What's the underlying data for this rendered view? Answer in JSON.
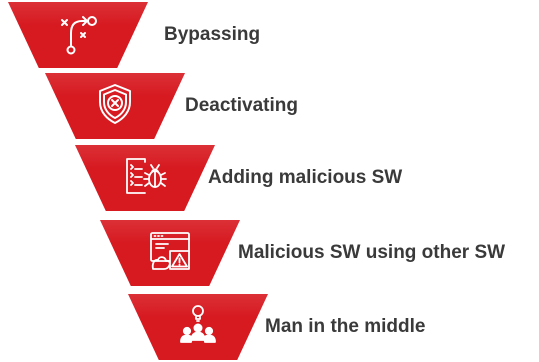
{
  "items": [
    {
      "label": "Bypassing",
      "icon": "route-path-icon"
    },
    {
      "label": "Deactivating",
      "icon": "shield-x-icon"
    },
    {
      "label": "Adding malicious SW",
      "icon": "code-bug-icon"
    },
    {
      "label": "Malicious SW using other SW",
      "icon": "browser-warning-icon"
    },
    {
      "label": "Man in the middle",
      "icon": "people-network-icon"
    }
  ],
  "colors": {
    "tile": "#d71920",
    "icon_stroke": "#ffffff",
    "label": "#3a3a3a"
  }
}
